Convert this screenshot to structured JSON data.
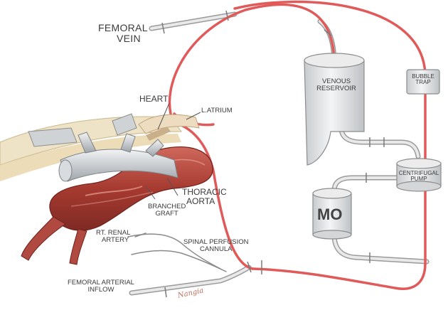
{
  "labels": {
    "femoral_vein_line1": "FEMORAL",
    "femoral_vein_line2": "VEIN",
    "heart": "HEART",
    "left_atrium": "L.ATRIUM",
    "venous_reservoir_line1": "VENOUS",
    "venous_reservoir_line2": "RESERVOIR",
    "bubble_trap_line1": "BUBBLE",
    "bubble_trap_line2": "TRAP",
    "centrifugal_pump_line1": "CENTRIFUGAL",
    "centrifugal_pump_line2": "PUMP",
    "oxygenator": "MO",
    "thoracic_aorta_line1": "THORACIC",
    "thoracic_aorta_line2": "AORTA",
    "branched_graft_line1": "BRANCHED",
    "branched_graft_line2": "GRAFT",
    "renal_artery_line1": "RT. RENAL",
    "renal_artery_line2": "ARTERY",
    "spinal_cannula_line1": "SPINAL PERFUSION",
    "spinal_cannula_line2": "CANNULA",
    "femoral_inflow_line1": "FEMORAL ARTERIAL",
    "femoral_inflow_line2": "INFLOW",
    "signature": "Nangia"
  },
  "colors": {
    "circuit_red": "#e05a5a",
    "aorta_red": "#b5443a",
    "tube_gray": "#cfd3d6",
    "device_gray": "#dfe1e3",
    "outline": "#8c8c8c"
  }
}
